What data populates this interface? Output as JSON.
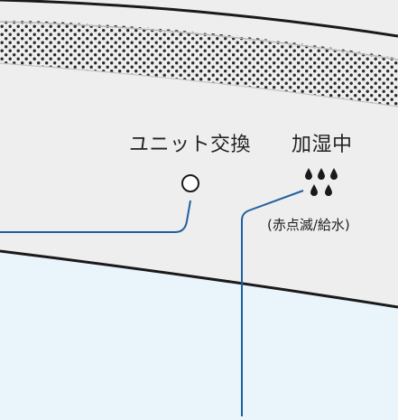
{
  "panel": {
    "unit_replace_label": "ユニット交換",
    "humidifying_label": "加湿中",
    "humidifying_note": "(赤点滅/給水)"
  },
  "icons": {
    "unit_lamp": "circle-lamp-icon",
    "water_drops": "water-drops-icon",
    "speaker_grille": "perforated-grille"
  },
  "colors": {
    "background": "#eaf4fb",
    "panel": "#eeeeee",
    "leader_line": "#1f5fa0",
    "outline": "#1a1a1a"
  }
}
